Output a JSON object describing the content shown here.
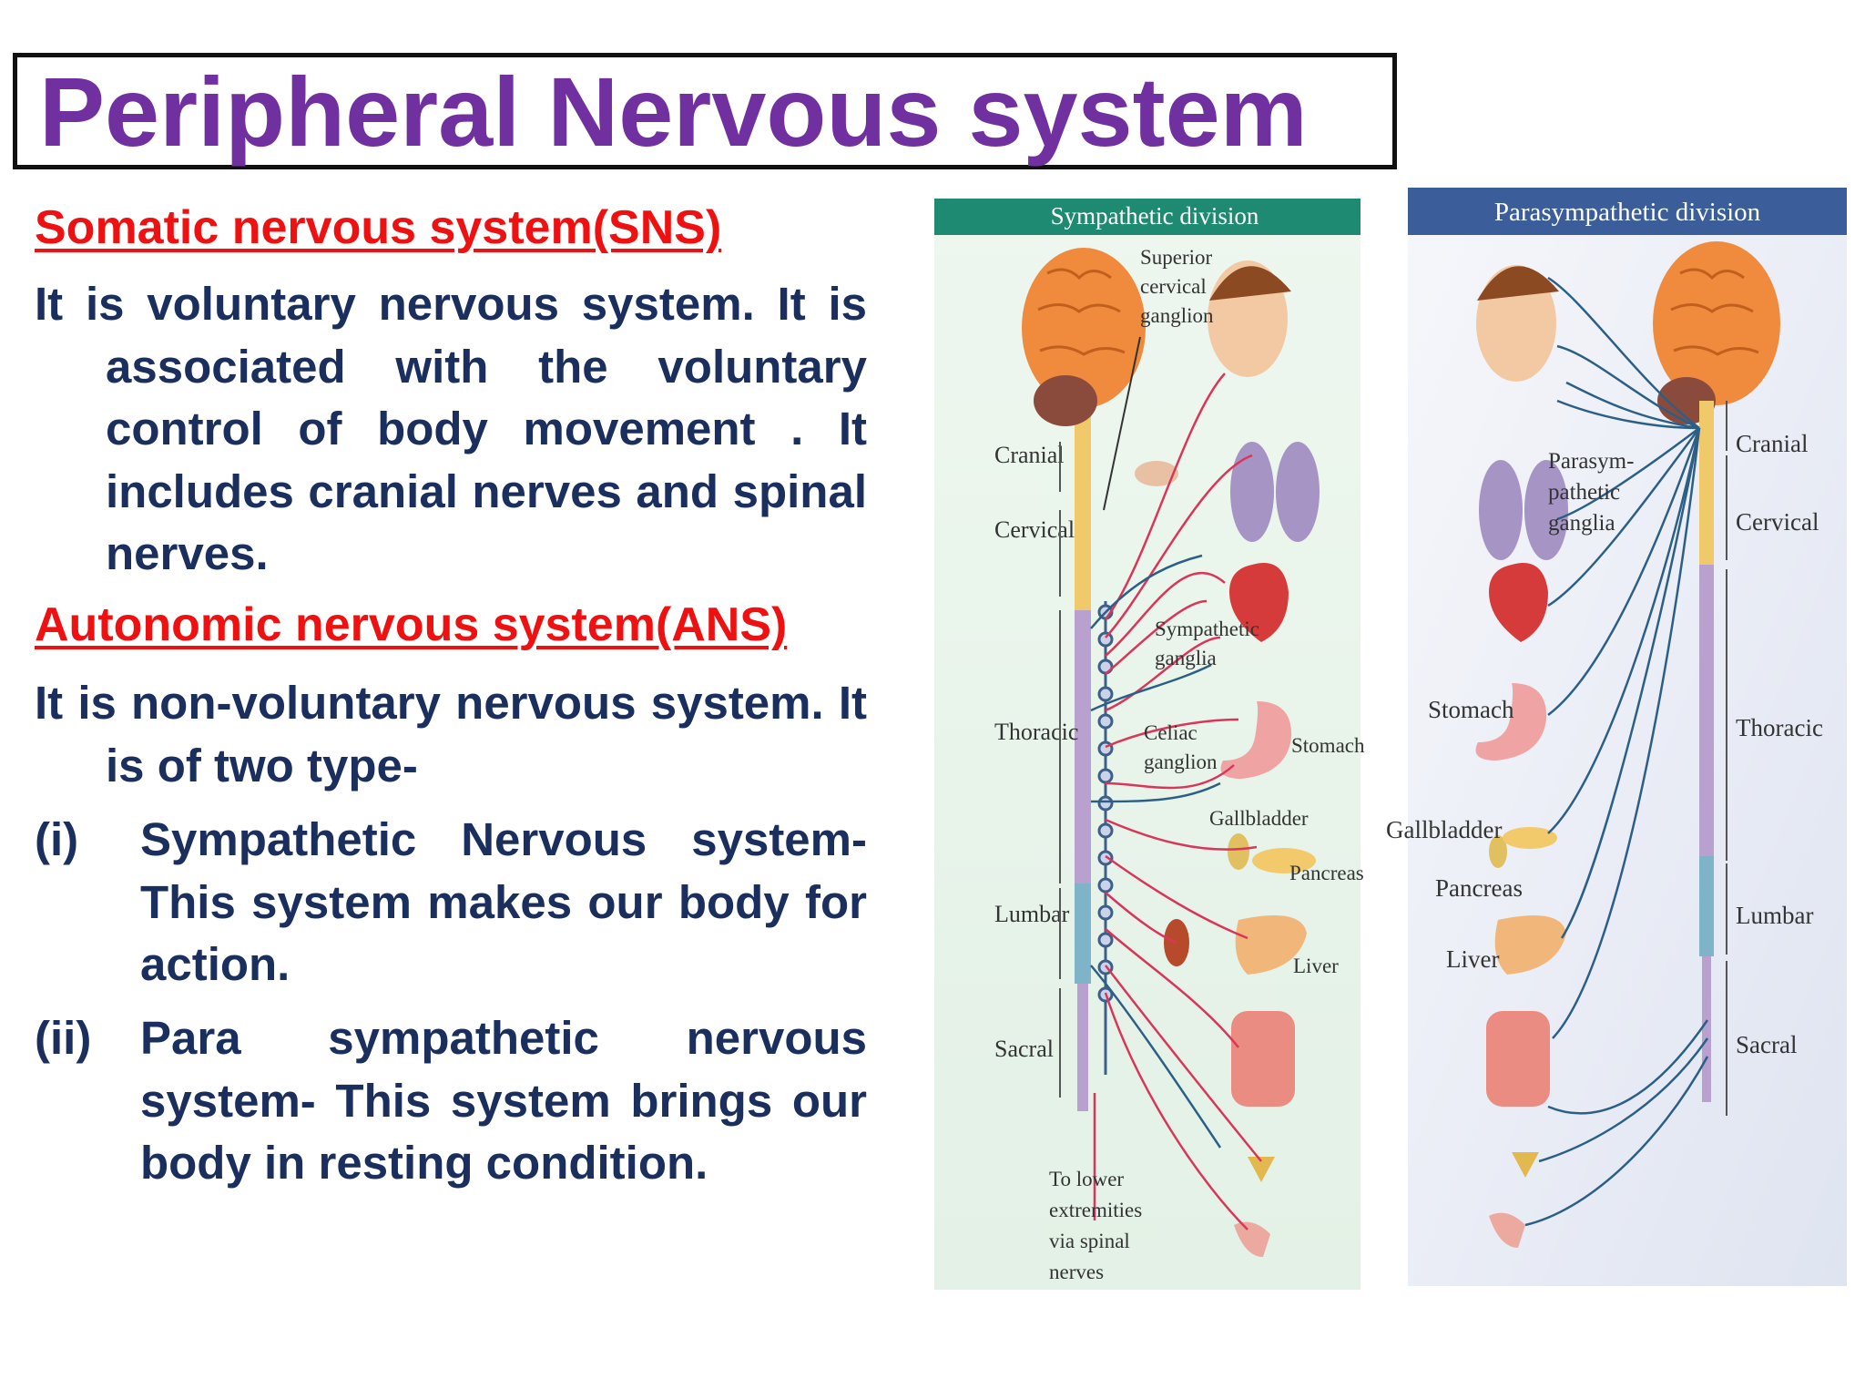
{
  "title": "Peripheral Nervous system",
  "sns": {
    "heading": "Somatic nervous system(SNS)",
    "text": "It is voluntary nervous system. It is associated with the voluntary control of body movement . It includes cranial nerves and spinal nerves."
  },
  "ans": {
    "heading": "Autonomic nervous system(ANS)",
    "text": "It is non-voluntary nervous system. It is of two type-",
    "items": [
      {
        "marker": "(i)",
        "text": "Sympathetic Nervous system- This system makes our body for action."
      },
      {
        "marker": "(ii)",
        "text": "Para sympathetic nervous system- This system brings our body in resting condition."
      }
    ]
  },
  "figure": {
    "sympathetic": {
      "header": "Sympathetic division",
      "regions": [
        "Cranial",
        "Cervical",
        "Thoracic",
        "Lumbar",
        "Sacral"
      ],
      "labels": {
        "superior": [
          "Superior",
          "cervical",
          "ganglion"
        ],
        "sympathetic_ganglia": [
          "Sympathetic",
          "ganglia"
        ],
        "celiac": [
          "Celiac",
          "ganglion"
        ],
        "stomach": "Stomach",
        "gallbladder": "Gallbladder",
        "pancreas": "Pancreas",
        "liver": "Liver",
        "lower": [
          "To lower",
          "extremities",
          "via spinal",
          "nerves"
        ]
      }
    },
    "parasympathetic": {
      "header": "Parasympathetic division",
      "regions": [
        "Cranial",
        "Cervical",
        "Thoracic",
        "Lumbar",
        "Sacral"
      ],
      "labels": {
        "ganglia": [
          "Parasym-",
          "pathetic",
          "ganglia"
        ],
        "stomach": "Stomach",
        "gallbladder": "Gallbladder",
        "pancreas": "Pancreas",
        "liver": "Liver"
      }
    },
    "colors": {
      "symp_header": "#1f8a72",
      "para_header": "#3b5d9a",
      "nerve_red": "#d9365a",
      "nerve_blue": "#2c5f86",
      "brain": "#f08a3c"
    }
  }
}
